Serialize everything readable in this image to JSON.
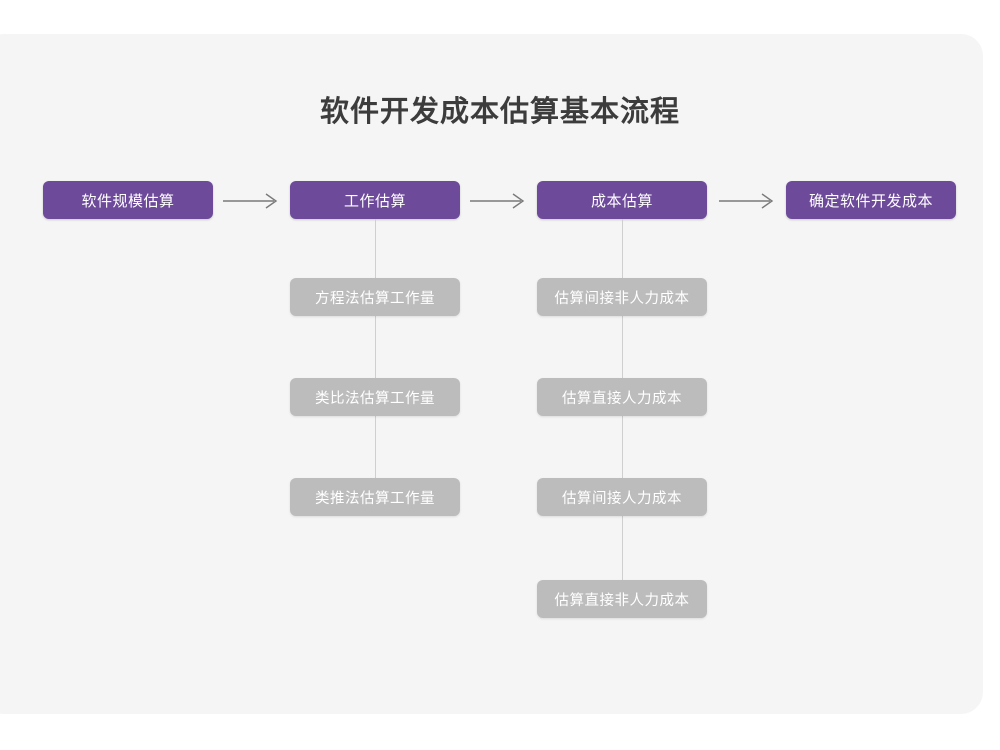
{
  "diagram": {
    "title": "软件开发成本估算基本流程",
    "colors": {
      "canvas_background": "#f5f5f5",
      "page_background": "#ffffff",
      "primary_node": "#6e4a9b",
      "secondary_node": "#bcbcbc",
      "connector": "#cfcfcf",
      "arrow": "#7a7a7a",
      "title_text": "#3c3c3c",
      "node_text": "#ffffff"
    },
    "main_flow": {
      "steps": [
        {
          "id": "scale",
          "label": "软件规模估算"
        },
        {
          "id": "effort",
          "label": "工作估算"
        },
        {
          "id": "cost",
          "label": "成本估算"
        },
        {
          "id": "final",
          "label": "确定软件开发成本"
        }
      ],
      "connectors": [
        {
          "id": "arrow-1",
          "glyph": "arrow-right-icon",
          "from": "scale",
          "to": "effort"
        },
        {
          "id": "arrow-2",
          "glyph": "arrow-right-icon",
          "from": "effort",
          "to": "cost"
        },
        {
          "id": "arrow-3",
          "glyph": "arrow-right-icon",
          "from": "cost",
          "to": "final"
        }
      ]
    },
    "branches": [
      {
        "id": "effort-branch",
        "parent": "effort",
        "items": [
          {
            "id": "effort-1",
            "label": "方程法估算工作量"
          },
          {
            "id": "effort-2",
            "label": "类比法估算工作量"
          },
          {
            "id": "effort-3",
            "label": "类推法估算工作量"
          }
        ]
      },
      {
        "id": "cost-branch",
        "parent": "cost",
        "items": [
          {
            "id": "cost-1",
            "label": "估算间接非人力成本"
          },
          {
            "id": "cost-2",
            "label": "估算直接人力成本"
          },
          {
            "id": "cost-3",
            "label": "估算间接人力成本"
          },
          {
            "id": "cost-4",
            "label": "估算直接非人力成本"
          }
        ]
      }
    ]
  }
}
